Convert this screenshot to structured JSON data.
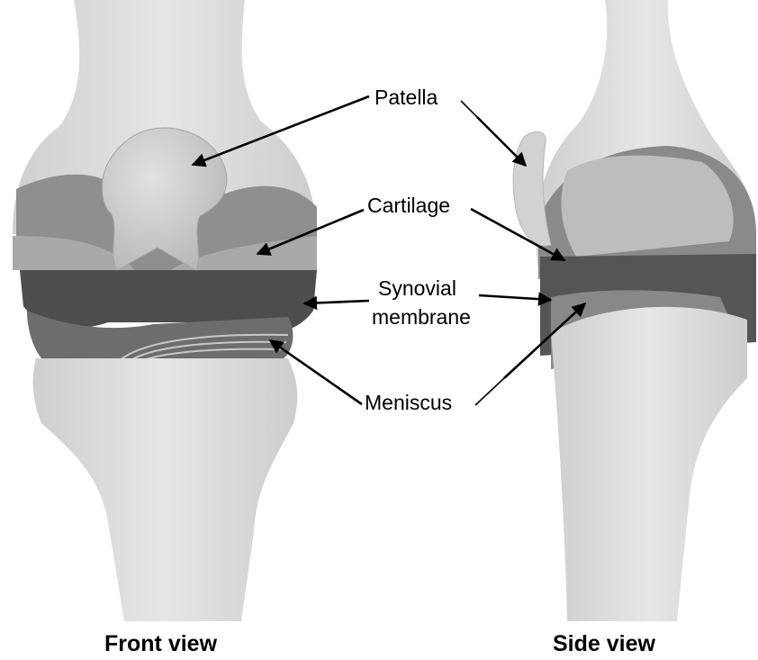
{
  "labels": {
    "patella": "Patella",
    "cartilage": "Cartilage",
    "synovial_line1": "Synovial",
    "synovial_line2": "membrane",
    "meniscus": "Meniscus"
  },
  "captions": {
    "front": "Front view",
    "side": "Side view"
  }
}
